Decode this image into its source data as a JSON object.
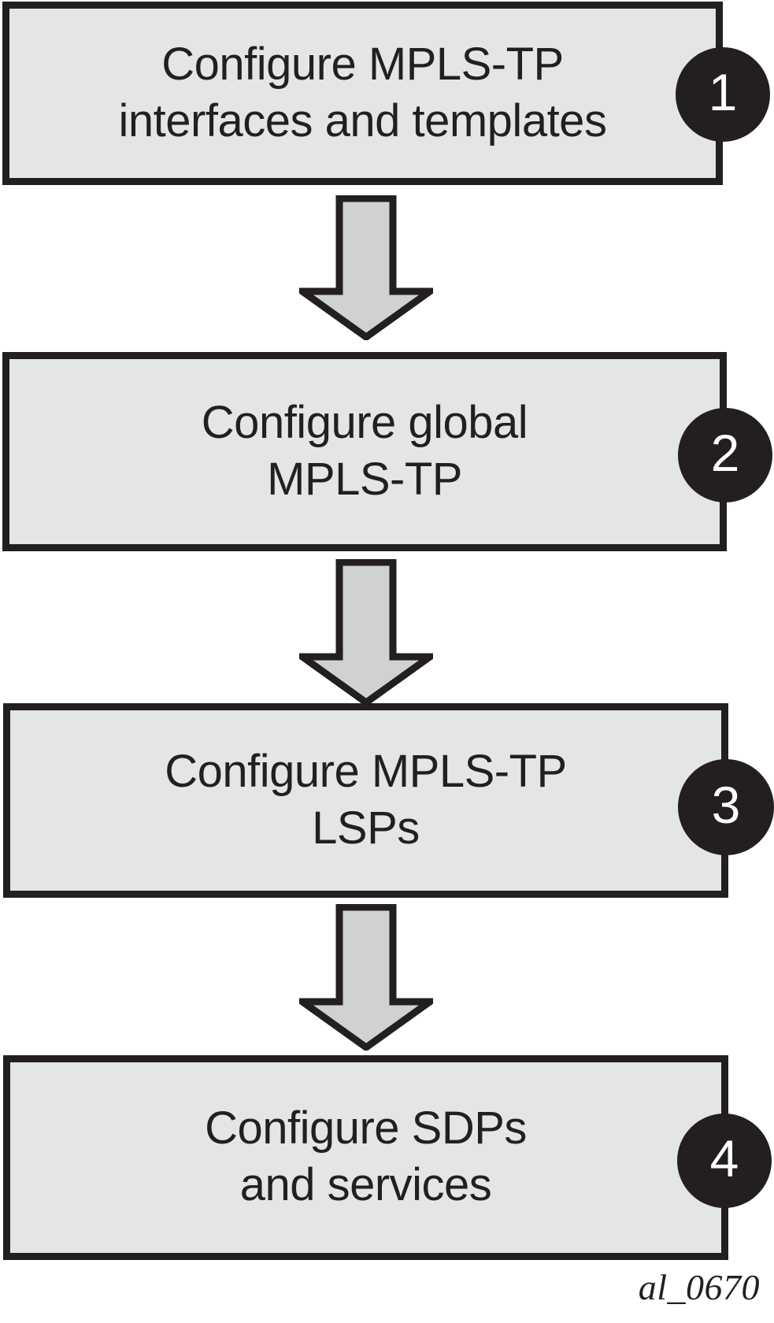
{
  "figure": {
    "caption": "al_0670",
    "colors": {
      "box_fill": "#e4e5e7",
      "box_border": "#231f20",
      "arrow_fill": "#d0d1d3",
      "arrow_border": "#231f20",
      "badge_fill": "#231f20",
      "badge_text": "#ffffff",
      "background": "#ffffff"
    }
  },
  "steps": [
    {
      "number": "1",
      "label": "Configure MPLS-TP\ninterfaces and templates"
    },
    {
      "number": "2",
      "label": "Configure global\nMPLS-TP"
    },
    {
      "number": "3",
      "label": "Configure MPLS-TP\nLSPs"
    },
    {
      "number": "4",
      "label": "Configure SDPs\nand services"
    }
  ],
  "connectors": [
    {
      "from": "1",
      "to": "2",
      "direction": "down"
    },
    {
      "from": "2",
      "to": "3",
      "direction": "down"
    },
    {
      "from": "3",
      "to": "4",
      "direction": "down"
    }
  ]
}
